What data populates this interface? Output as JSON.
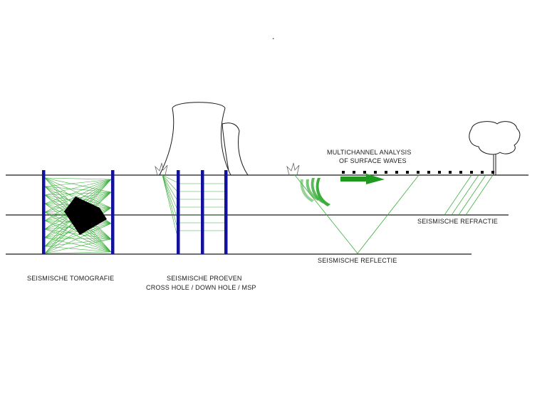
{
  "labels": {
    "masw_line1": "MULTICHANNEL ANALYSIS",
    "masw_line2": "OF SURFACE WAVES",
    "refraction": "SEISMISCHE REFRACTIE",
    "reflection": "SEISMISCHE REFLECTIE",
    "tomography": "SEISMISCHE TOMOGRAFIE",
    "crosshole_line1": "SEISMISCHE PROEVEN",
    "crosshole_line2": "CROSS HOLE / DOWN HOLE / MSP",
    "dot": "."
  },
  "colors": {
    "ray": "#3cae3c",
    "borehole": "#12129c",
    "ground": "#1a1a1a",
    "arrow": "#1f9a1f",
    "anomaly": "#000000"
  },
  "icons": {
    "cooling_tower": "cooling-tower-icon",
    "tree": "tree-icon",
    "source_left": "source-burst-icon",
    "source_right": "source-burst-icon",
    "arrow": "wave-direction-arrow-icon",
    "waves": "surface-wave-fronts-icon"
  }
}
